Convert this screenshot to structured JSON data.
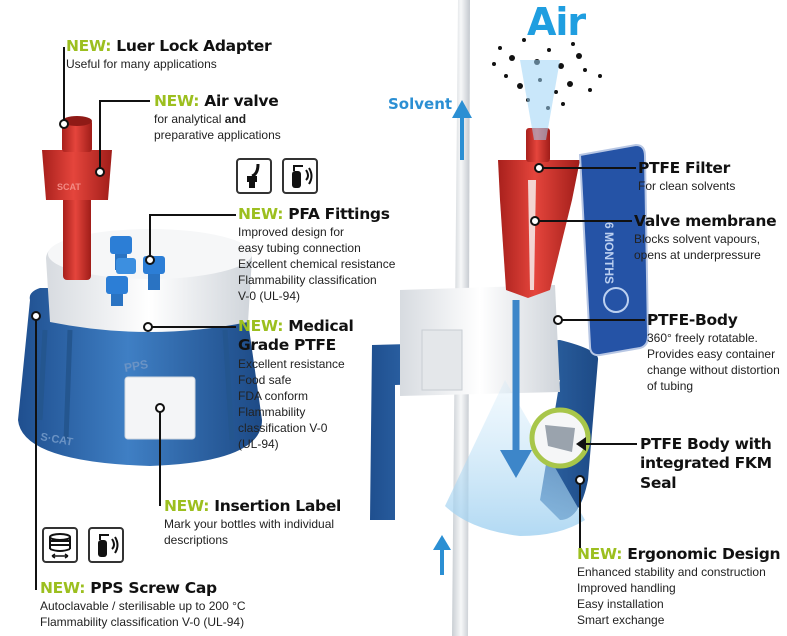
{
  "colors": {
    "accent_green": "#9cbf1f",
    "cap_blue": "#2d6ab0",
    "valve_red": "#d9322b",
    "air_blue": "#1f9ee0",
    "leader_line": "#111111"
  },
  "icons": [
    "tubing-fitting-icon",
    "fire-extinguisher-icon",
    "screw-cap-icon"
  ],
  "air_label": "Air",
  "solvent_label": "Solvent",
  "callouts": {
    "luer": {
      "new": "NEW:",
      "title": "Luer Lock Adapter",
      "lines": [
        "Useful for many applications"
      ]
    },
    "airvalve": {
      "new": "NEW:",
      "title": "Air valve",
      "line1_pre": "for analytical ",
      "line1_bold": "and",
      "line2": "preparative applications"
    },
    "pfa": {
      "new": "NEW:",
      "title": "PFA Fittings",
      "lines": [
        "Improved design for",
        "easy tubing connection",
        "Excellent chemical resistance",
        "Flammability classification",
        "V-0 (UL-94)"
      ]
    },
    "ptfe_medical": {
      "new": "NEW:",
      "title_line1": "Medical",
      "title_line2": "Grade PTFE",
      "lines": [
        "Excellent resistance",
        "Food safe",
        "FDA conform",
        "Flammability",
        "classification V-0",
        "(UL-94)"
      ]
    },
    "insertion": {
      "new": "NEW:",
      "title": "Insertion Label",
      "lines": [
        "Mark your bottles with individual",
        "descriptions"
      ]
    },
    "pps": {
      "new": "NEW:",
      "title": "PPS Screw Cap",
      "lines": [
        "Autoclavable / sterilisable up to 200 °C",
        "Flammability classification V-0 (UL-94)"
      ]
    },
    "filter": {
      "title": "PTFE Filter",
      "lines": [
        "For clean solvents"
      ]
    },
    "membrane": {
      "title": "Valve membrane",
      "lines": [
        "Blocks solvent vapours,",
        "opens at underpressure"
      ]
    },
    "body": {
      "title": "PTFE-Body",
      "lines": [
        "360° freely rotatable.",
        "Provides easy container",
        "change without distortion",
        "of tubing"
      ]
    },
    "seal": {
      "title_lines": [
        "PTFE Body with",
        "integrated FKM",
        "Seal"
      ]
    },
    "ergonomic": {
      "new": "NEW:",
      "title": "Ergonomic Design",
      "lines": [
        "Enhanced stability and construction",
        "Improved handling",
        "Easy installation",
        "Smart exchange"
      ]
    }
  }
}
